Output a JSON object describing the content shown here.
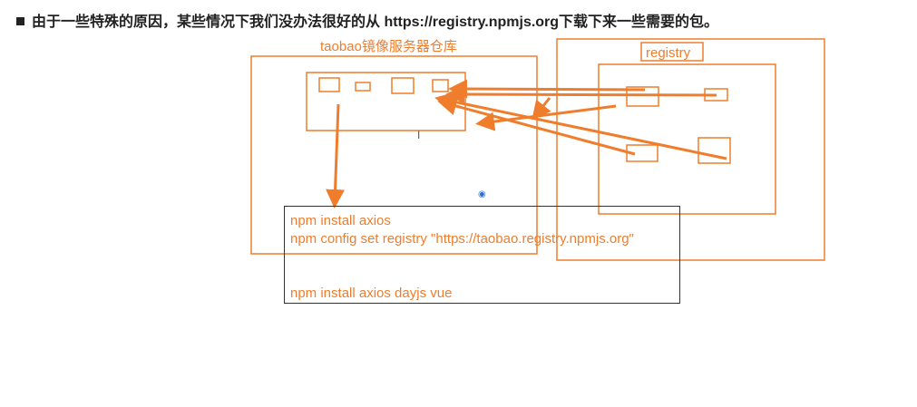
{
  "heading": {
    "text": "由于一些特殊的原因，某些情况下我们没办法很好的从 https://registry.npmjs.org下载下来一些需要的包。"
  },
  "diagram": {
    "mirror_label": "taobao镜像服务器仓库",
    "registry_label": "registry",
    "commands": [
      "npm install axios",
      "npm config set registry \"https://taobao.registry.npmjs.org\"",
      "npm install axios dayjs vue"
    ],
    "accent_color": "#EF7D2C"
  }
}
